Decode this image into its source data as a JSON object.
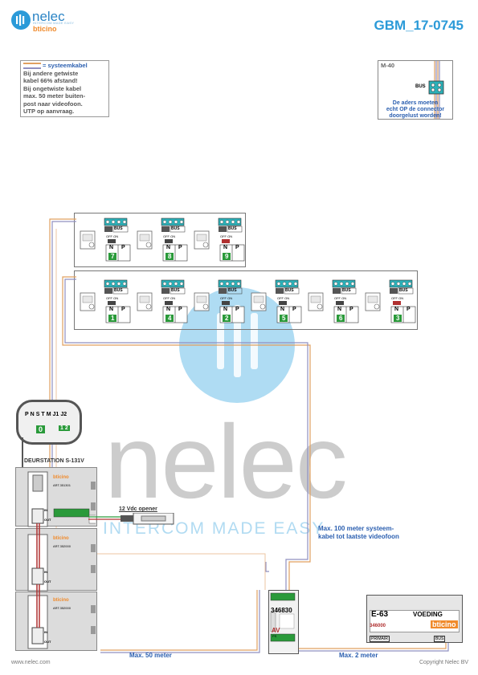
{
  "header": {
    "logo_name": "nelec",
    "logo_tagline": "INTERCOM MADE EASY",
    "logo_brand": "bticino",
    "doc_code": "GBM_17-0745"
  },
  "note": {
    "legend_label": "= systeemkabel",
    "lines": [
      "Bij andere getwiste",
      "kabel 66% afstand!",
      "Bij ongetwiste kabel",
      "max. 50 meter buiten-",
      "post naar videofoon.",
      "UTP op aanvraag."
    ]
  },
  "m40": {
    "title": "M-40",
    "bus_label": "BUS",
    "message_lines": [
      "De aders moeten",
      "echt OP de connector",
      "doorgelust worden!"
    ]
  },
  "watermark": {
    "word": "nelec",
    "tagline": "INTERCOM MADE EASY"
  },
  "videophone": {
    "bus_label": "BUS",
    "switch_label": "OFF ON",
    "n_label": "N",
    "p_label": "P"
  },
  "videophones_top": [
    "7",
    "8",
    "9"
  ],
  "videophones_bottom": [
    "1",
    "4",
    "2",
    "5",
    "6",
    "3"
  ],
  "dip": {
    "labels": [
      "P",
      "N",
      "S",
      "T",
      "M",
      "J1",
      "J2"
    ],
    "values": [
      "0",
      "1 2"
    ]
  },
  "door_station": {
    "title": "DEURSTATION S-131V",
    "in_label": "IN",
    "out_label": "OUT",
    "brand": "bticino",
    "module_codes": [
      "ART.351301",
      "ART.352000",
      "ART.352000"
    ]
  },
  "opener": {
    "label": "12 Vdc opener"
  },
  "distributor": {
    "code": "346830",
    "av_label": "AV",
    "ps_label": "PS"
  },
  "power_supply": {
    "model": "E-63",
    "label": "VOEDING",
    "code": "346000",
    "brand": "bticino",
    "primair": "PRIMAIR",
    "bus": "BUS"
  },
  "annotations": {
    "max100": [
      "Max. 100 meter systeem-",
      "kabel tot laatste videofoon"
    ],
    "max50": "Max. 50 meter",
    "max2": "Max. 2 meter"
  },
  "footer": {
    "website": "www.nelec.com",
    "copyright": "Copyright Nelec BV"
  },
  "colors": {
    "accent_blue": "#2b9ad8",
    "brand_orange": "#f08a2b",
    "terminal_green": "#2a9a3a",
    "terminal_teal": "#2bb0b8",
    "cable_orange": "#e0a060",
    "cable_violet": "#9090c0"
  }
}
